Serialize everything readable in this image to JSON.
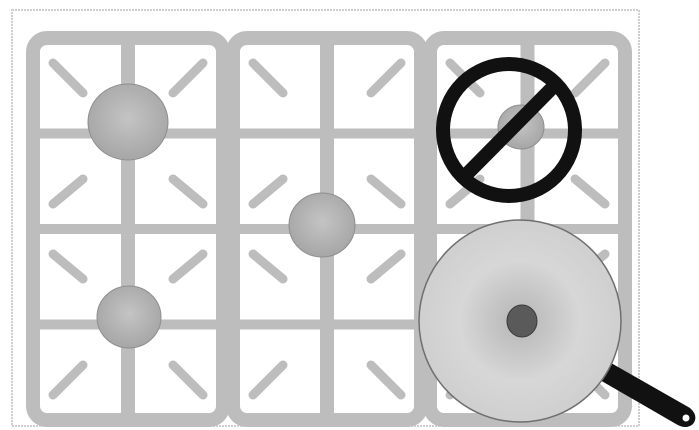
{
  "diagram": {
    "subject": "cooktop-grate-burner-warning",
    "labels": [],
    "colors": {
      "outline": "#bdbdbd",
      "grate_fill": "#e4e4e4",
      "burner_fill": "#b8b8b8",
      "burner_edge": "#8e8e8e",
      "pan_fill": "#d3d3d3",
      "pan_center": "#5a5a5a",
      "prohibition": "#111111",
      "background": "#ffffff"
    },
    "icons": [
      "cooktop-grate",
      "burner",
      "prohibition-sign",
      "frying-pan"
    ]
  }
}
